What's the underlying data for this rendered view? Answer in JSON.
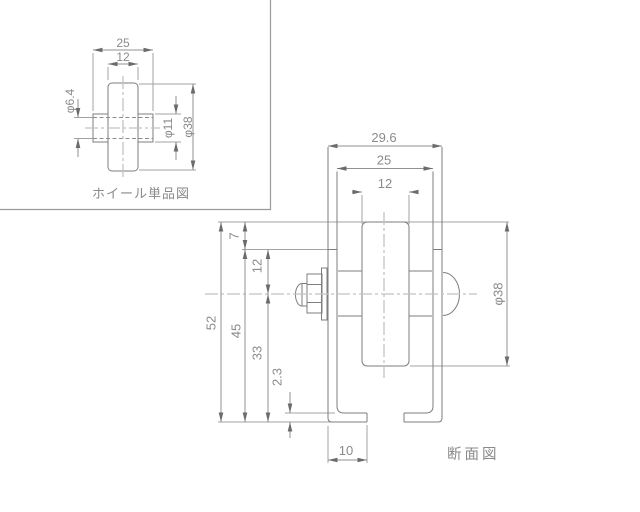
{
  "drawing": {
    "title_context": "technical drawing of a door-roller wheel assembly",
    "wheel_view": {
      "label": "ホイール単品図",
      "dims": {
        "hub_width": "25",
        "tread_width": "12",
        "bore_diameter": "φ6.4",
        "hub_diameter": "φ11",
        "wheel_diameter": "φ38"
      }
    },
    "section_view": {
      "label": "断面図",
      "dims": {
        "frame_outer_width": "29.6",
        "hub_width": "25",
        "tread_width": "12",
        "wheel_protrusion": "7",
        "axle_depth_from_top": "12",
        "total_height": "52",
        "frame_height": "45",
        "axle_center_height": "33",
        "sheet_thickness": "2.3",
        "flange_width": "10",
        "wheel_diameter": "φ38"
      }
    },
    "colors": {
      "background": "#ffffff",
      "geometry_line": "#7e7e7e",
      "dimension_line": "#929292",
      "center_line": "#c2c2c2",
      "text": "#8a8a8a"
    }
  }
}
